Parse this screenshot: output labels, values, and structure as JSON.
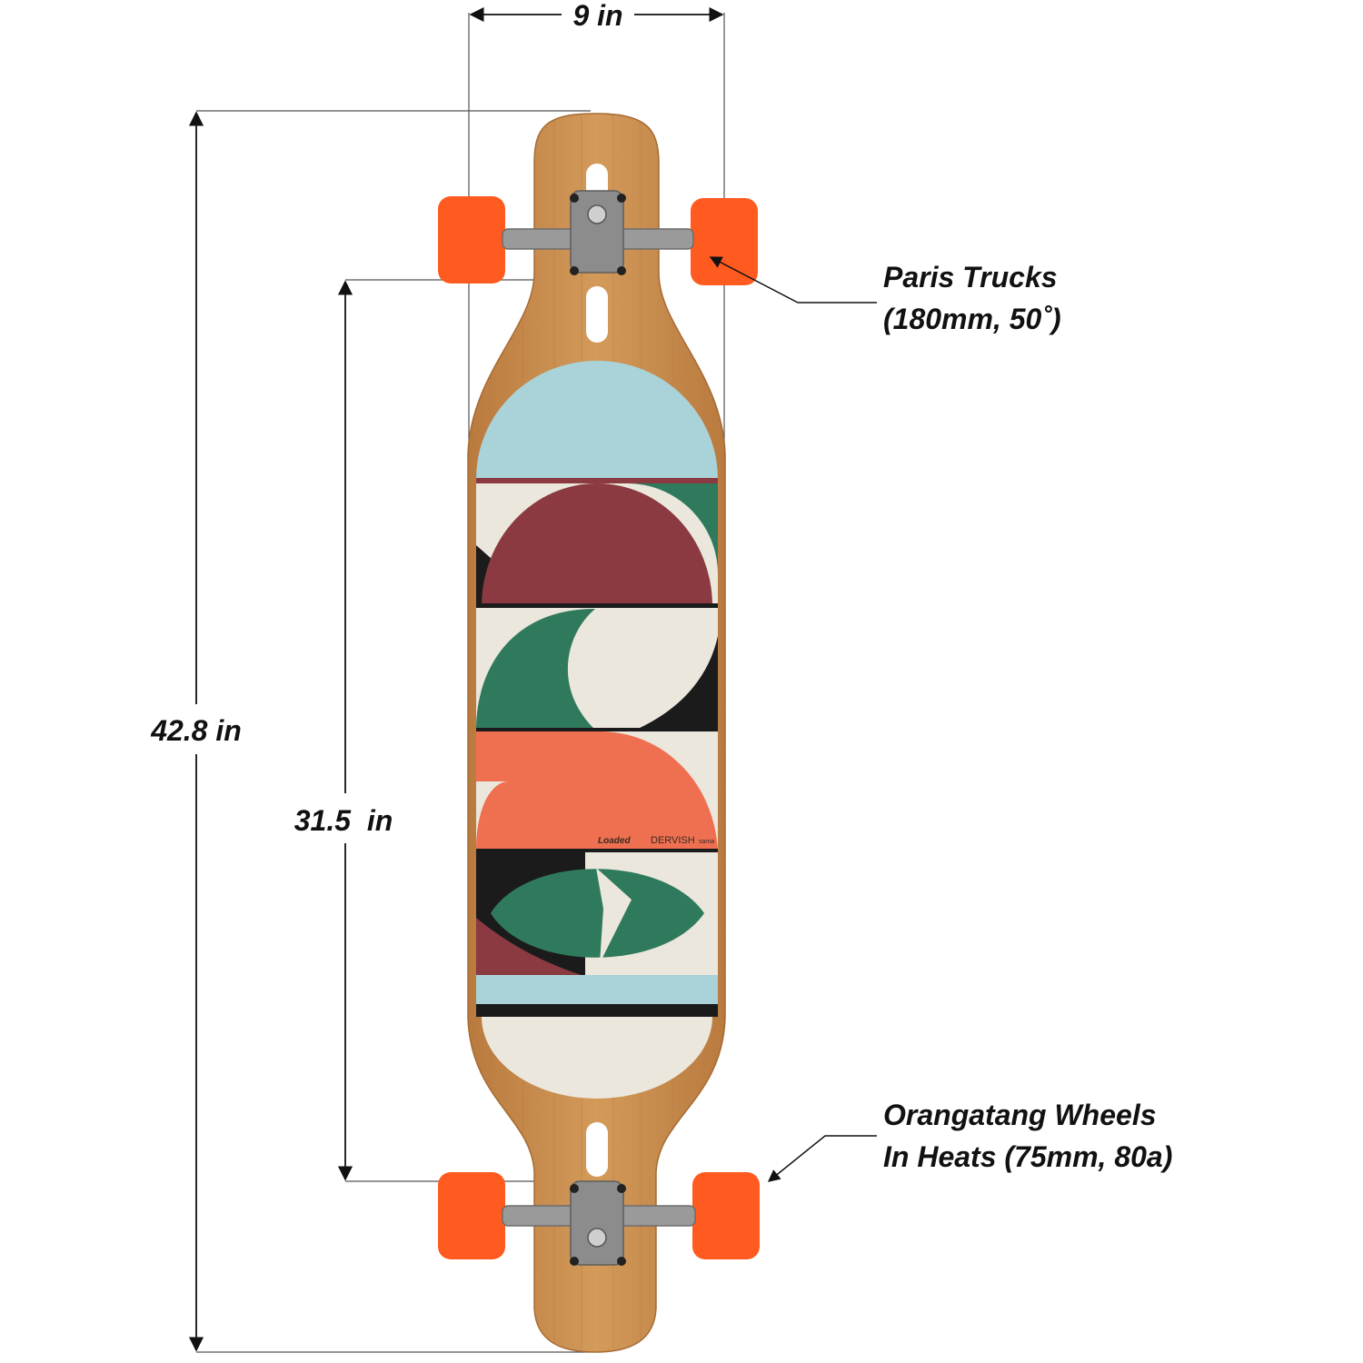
{
  "dimensions": {
    "width_label": "9 in",
    "length_label": "42.8 in",
    "wheelbase_label": "31.5  in"
  },
  "callouts": {
    "trucks": {
      "line1": "Paris Trucks",
      "line2": "(180mm, 50˚)"
    },
    "wheels": {
      "line1": "Orangatang Wheels",
      "line2": "In Heats (75mm, 80a)"
    }
  },
  "deck_print": {
    "brand": "Loaded",
    "model": "DERVISH",
    "edition": "sama"
  },
  "colors": {
    "bamboo": "#c98f4f",
    "bamboo_dark": "#a9703a",
    "sky": "#a9d3d8",
    "maroon": "#8a3a40",
    "green": "#2f7a5d",
    "cream": "#ece7dd",
    "black": "#1b1b1b",
    "salmon": "#ee7050",
    "wheel": "#ff5a1f",
    "truck": "#9a9a9a"
  }
}
